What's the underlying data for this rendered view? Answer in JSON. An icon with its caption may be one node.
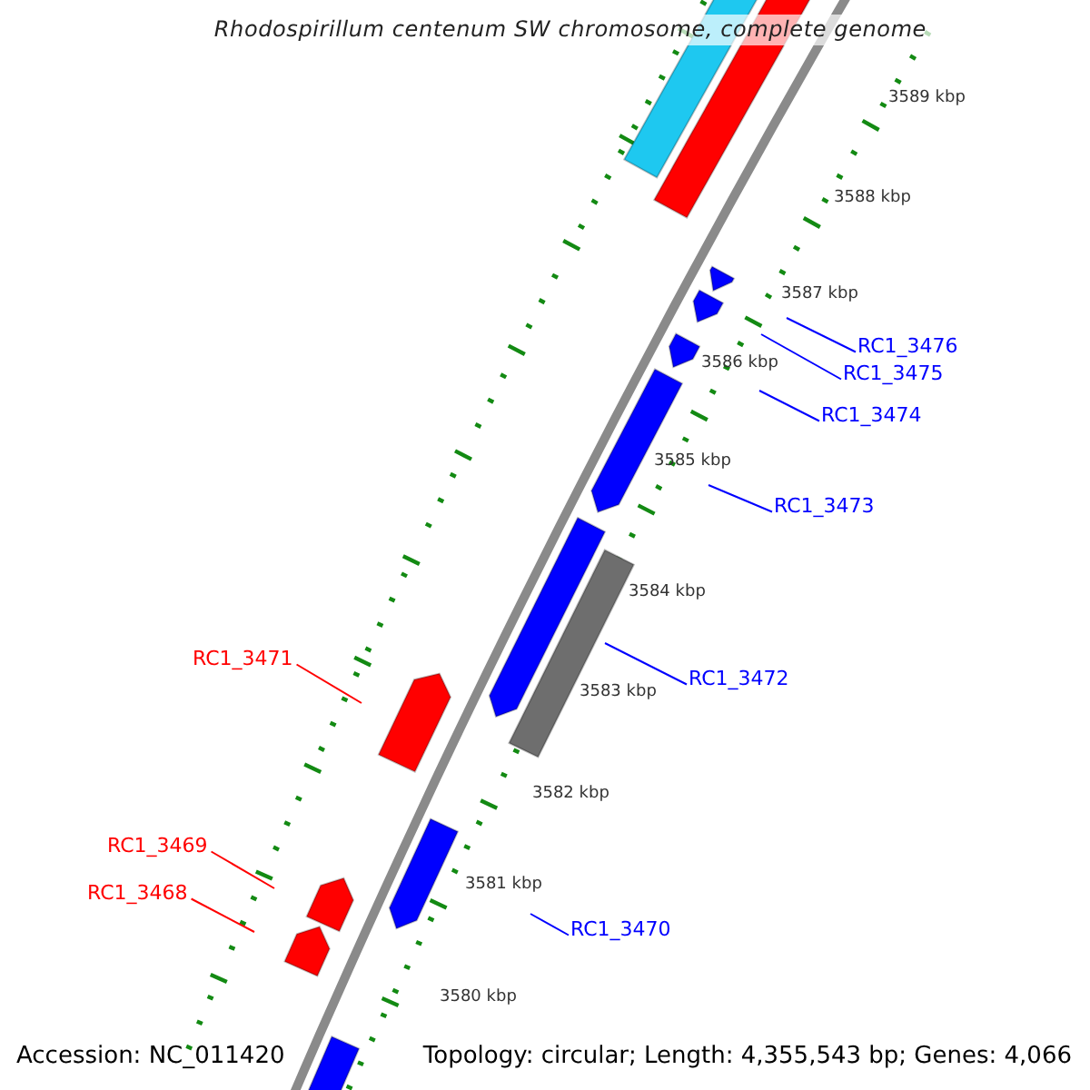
{
  "diagram": {
    "title": "Rhodospirillum centenum SW chromosome, complete genome",
    "nodes": [
      {
        "text": [
          "RC1_3476"
        ]
      },
      {
        "text": [
          "RC1_3475"
        ]
      },
      {
        "text": [
          "RC1_3474"
        ]
      },
      {
        "text": [
          "RC1_3473"
        ]
      },
      {
        "text": [
          "RC1_3471"
        ]
      },
      {
        "text": [
          "RC1_3472"
        ]
      },
      {
        "text": [
          "RC1_3469"
        ]
      },
      {
        "text": [
          "RC1_3468"
        ]
      },
      {
        "text": [
          "RC1_3470"
        ]
      }
    ],
    "edges": [
      {
        "from": 0,
        "to": null,
        "arrow": "none"
      },
      {
        "from": 1,
        "to": null,
        "arrow": "none"
      },
      {
        "from": 2,
        "to": null,
        "arrow": "none"
      },
      {
        "from": 3,
        "to": null,
        "arrow": "none"
      },
      {
        "from": 4,
        "to": null,
        "arrow": "none",
        "color": "#ff0000"
      },
      {
        "from": 5,
        "to": null,
        "arrow": "none"
      },
      {
        "from": 6,
        "to": null,
        "arrow": "none",
        "color": "#ff0000"
      },
      {
        "from": 7,
        "to": null,
        "arrow": "none",
        "color": "#ff0000"
      },
      {
        "from": 8,
        "to": null,
        "arrow": "none"
      }
    ],
    "labels": [
      "3589 kbp",
      "3588 kbp",
      "3587 kbp",
      "3586 kbp",
      "3585 kbp",
      "3584 kbp",
      "3583 kbp",
      "3582 kbp",
      "3581 kbp",
      "3580 kbp",
      "Accession: NC_011420",
      "Topology: circular; Length: 4,355,543 bp; Genes: 4,066"
    ]
  }
}
